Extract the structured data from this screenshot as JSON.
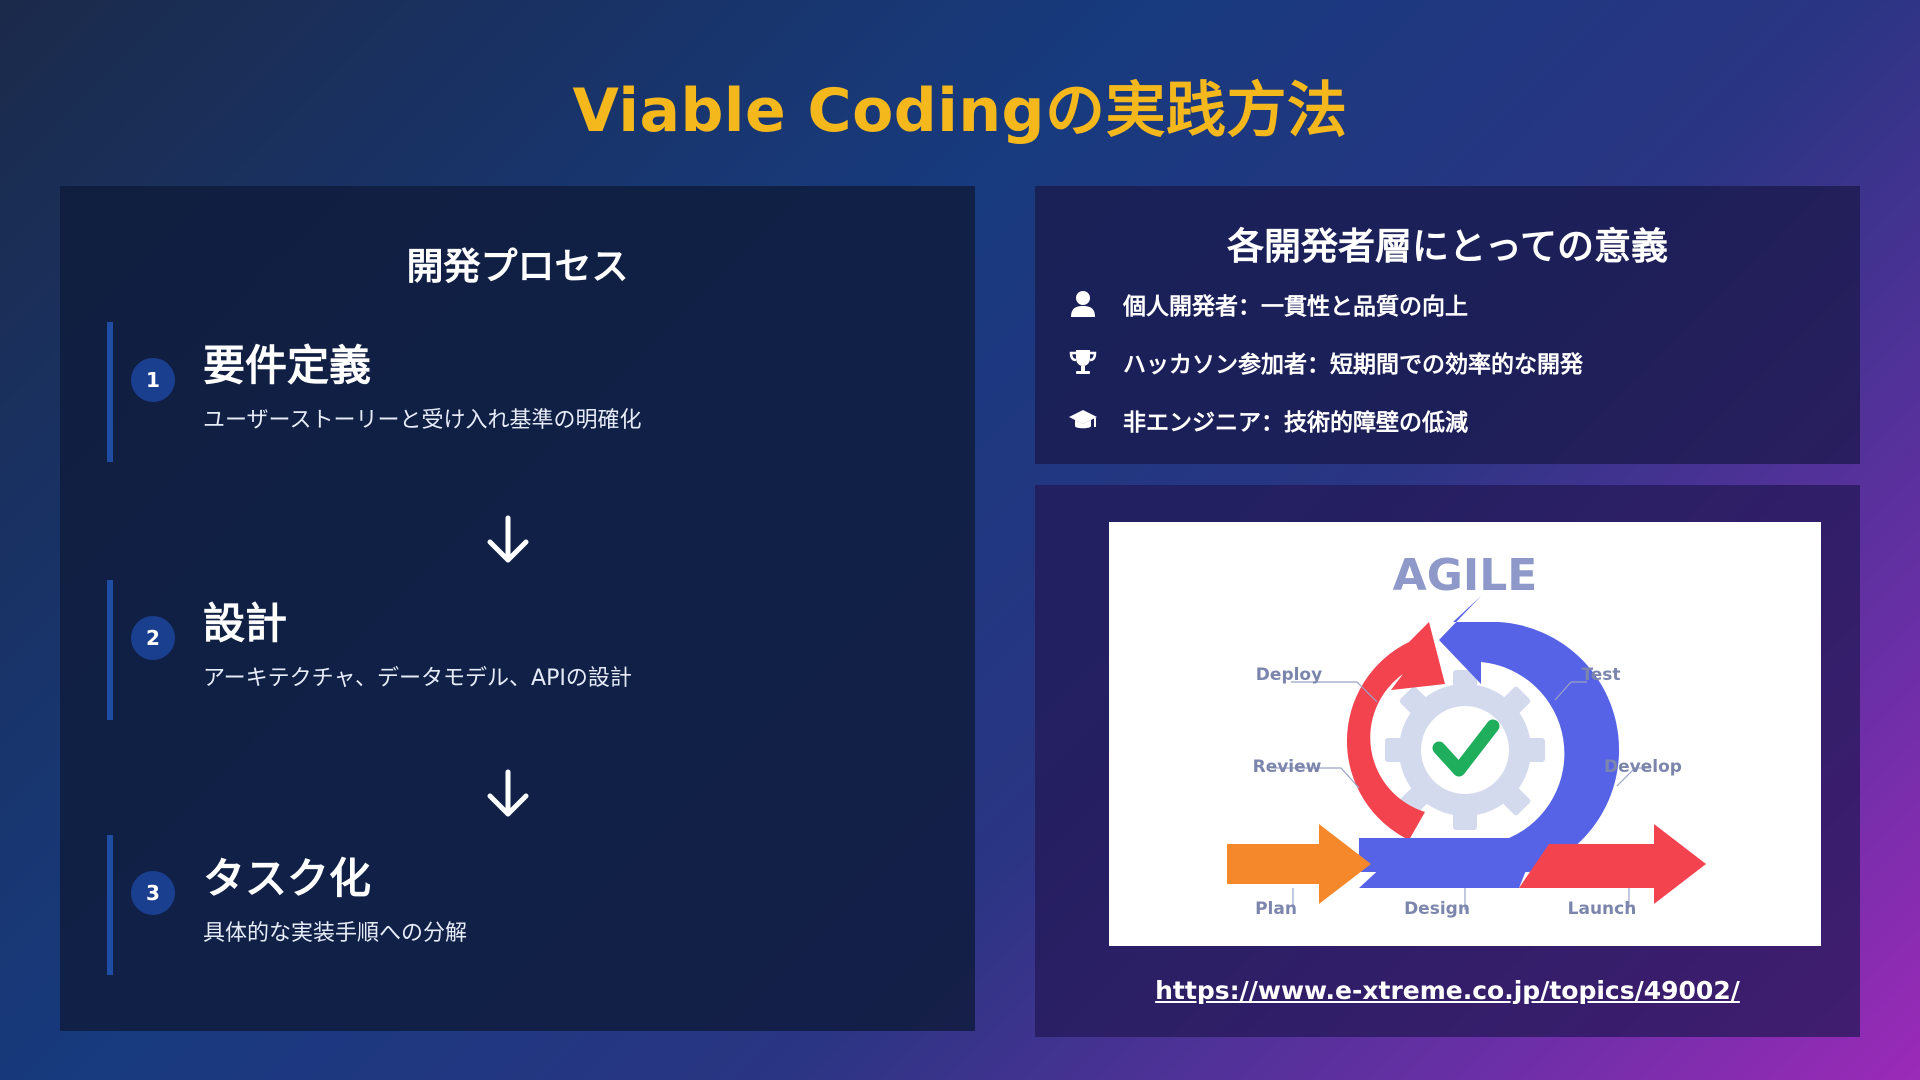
{
  "title": "Viable Codingの実践方法",
  "process": {
    "heading": "開発プロセス",
    "steps": [
      {
        "num": "1",
        "title": "要件定義",
        "desc": "ユーザーストーリーと受け入れ基準の明確化"
      },
      {
        "num": "2",
        "title": "設計",
        "desc": "アーキテクチャ、データモデル、APIの設計"
      },
      {
        "num": "3",
        "title": "タスク化",
        "desc": "具体的な実装手順への分解"
      }
    ]
  },
  "meaning": {
    "heading": "各開発者層にとっての意義",
    "items": [
      {
        "icon": "user-icon",
        "text": "個人開発者：一貫性と品質の向上"
      },
      {
        "icon": "trophy-icon",
        "text": "ハッカソン参加者：短期間での効率的な開発"
      },
      {
        "icon": "graduation-cap-icon",
        "text": "非エンジニア：技術的障壁の低減"
      }
    ]
  },
  "agile": {
    "title": "AGILE",
    "labels": {
      "deploy": "Deploy",
      "test": "Test",
      "review": "Review",
      "develop": "Develop",
      "plan": "Plan",
      "design": "Design",
      "launch": "Launch"
    }
  },
  "link": "https://www.e-xtreme.co.jp/topics/49002/",
  "colors": {
    "title": "#f5b81c",
    "agile_title": "#8e99c9",
    "agile_red": "#f2434f",
    "agile_blue": "#5663e6",
    "agile_orange": "#f5882a",
    "agile_green": "#1fae5c"
  }
}
